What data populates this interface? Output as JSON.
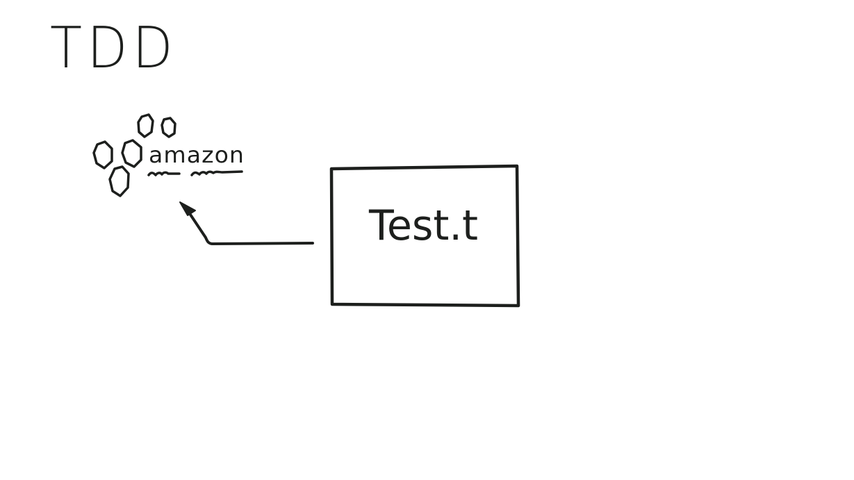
{
  "diagram": {
    "title": "TDD",
    "logo": {
      "label": "amazon"
    },
    "box": {
      "label": "Test.t"
    },
    "ink_color": "#1d1f1d",
    "background_color": "#ffffff"
  }
}
